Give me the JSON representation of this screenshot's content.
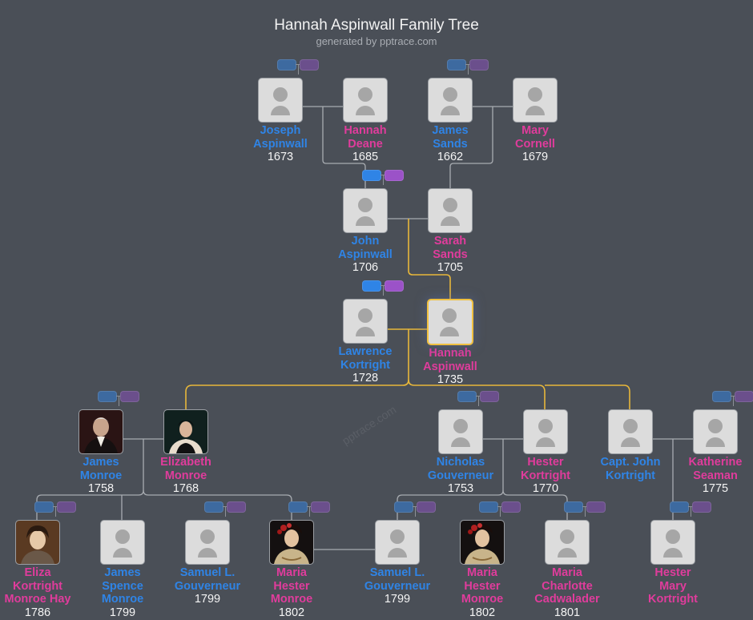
{
  "header": {
    "title": "Hannah Aspinwall Family Tree",
    "subtitle": "generated by pptrace.com",
    "watermark": "pptrace.com"
  },
  "colors": {
    "background": "#4a4f57",
    "male": "#2f84e6",
    "female": "#e03c9c",
    "highlight_line": "#e8b73a",
    "line": "#a8acb1"
  },
  "people": {
    "joseph_aspinwall": {
      "name": "Joseph Aspinwall",
      "line1": "Joseph",
      "line2": "Aspinwall",
      "year": "1673",
      "gender": "male"
    },
    "hannah_deane": {
      "name": "Hannah Deane",
      "line1": "Hannah",
      "line2": "Deane",
      "year": "1685",
      "gender": "female"
    },
    "james_sands": {
      "name": "James Sands",
      "line1": "James",
      "line2": "Sands",
      "year": "1662",
      "gender": "male"
    },
    "mary_cornell": {
      "name": "Mary Cornell",
      "line1": "Mary",
      "line2": "Cornell",
      "year": "1679",
      "gender": "female"
    },
    "john_aspinwall": {
      "name": "John Aspinwall",
      "line1": "John",
      "line2": "Aspinwall",
      "year": "1706",
      "gender": "male"
    },
    "sarah_sands": {
      "name": "Sarah Sands",
      "line1": "Sarah",
      "line2": "Sands",
      "year": "1705",
      "gender": "female"
    },
    "lawrence_kortright": {
      "name": "Lawrence Kortright",
      "line1": "Lawrence",
      "line2": "Kortright",
      "year": "1728",
      "gender": "male"
    },
    "hannah_aspinwall": {
      "name": "Hannah Aspinwall",
      "line1": "Hannah",
      "line2": "Aspinwall",
      "year": "1735",
      "gender": "female",
      "focus": true
    },
    "james_monroe": {
      "name": "James Monroe",
      "line1": "James",
      "line2": "Monroe",
      "year": "1758",
      "gender": "male",
      "photo": true
    },
    "elizabeth_monroe": {
      "name": "Elizabeth Monroe",
      "line1": "Elizabeth",
      "line2": "Monroe",
      "year": "1768",
      "gender": "female",
      "photo": true
    },
    "nicholas_gouverneur": {
      "name": "Nicholas Gouverneur",
      "line1": "Nicholas",
      "line2": "Gouverneur",
      "year": "1753",
      "gender": "male"
    },
    "hester_kortright": {
      "name": "Hester Kortright",
      "line1": "Hester",
      "line2": "Kortright",
      "year": "1770",
      "gender": "female"
    },
    "capt_john_kortright": {
      "name": "Capt. John Kortright",
      "line1": "Capt. John",
      "line2": "Kortright",
      "year": "",
      "gender": "male"
    },
    "katherine_seaman": {
      "name": "Katherine Seaman",
      "line1": "Katherine",
      "line2": "Seaman",
      "year": "1775",
      "gender": "female"
    },
    "eliza_kortright_monroe_hay": {
      "name": "Eliza Kortright Monroe Hay",
      "line1": "Eliza",
      "line2": "Kortright",
      "line3": "Monroe Hay",
      "year": "1786",
      "gender": "female",
      "photo": true
    },
    "james_spence_monroe": {
      "name": "James Spence Monroe",
      "line1": "James",
      "line2": "Spence",
      "line3": "Monroe",
      "year": "1799",
      "gender": "male"
    },
    "samuel_l_gouverneur_a": {
      "name": "Samuel L. Gouverneur",
      "line1": "Samuel L.",
      "line2": "Gouverneur",
      "year": "1799",
      "gender": "male"
    },
    "maria_hester_monroe_a": {
      "name": "Maria Hester Monroe",
      "line1": "Maria",
      "line2": "Hester",
      "line3": "Monroe",
      "year": "1802",
      "gender": "female",
      "photo": true
    },
    "samuel_l_gouverneur_b": {
      "name": "Samuel L. Gouverneur",
      "line1": "Samuel L.",
      "line2": "Gouverneur",
      "year": "1799",
      "gender": "male"
    },
    "maria_hester_monroe_b": {
      "name": "Maria Hester Monroe",
      "line1": "Maria",
      "line2": "Hester",
      "line3": "Monroe",
      "year": "1802",
      "gender": "female",
      "photo": true
    },
    "maria_charlotte_cadwalader": {
      "name": "Maria Charlotte Cadwalader",
      "line1": "Maria",
      "line2": "Charlotte",
      "line3": "Cadwalader",
      "year": "1801",
      "gender": "female"
    },
    "hester_mary_kortright": {
      "name": "Hester Mary Kortright",
      "line1": "Hester",
      "line2": "Mary",
      "line3": "Kortright",
      "year": "",
      "gender": "female"
    }
  },
  "toggle_icons": {
    "father": "expand-father-toggle",
    "mother": "expand-mother-toggle"
  }
}
